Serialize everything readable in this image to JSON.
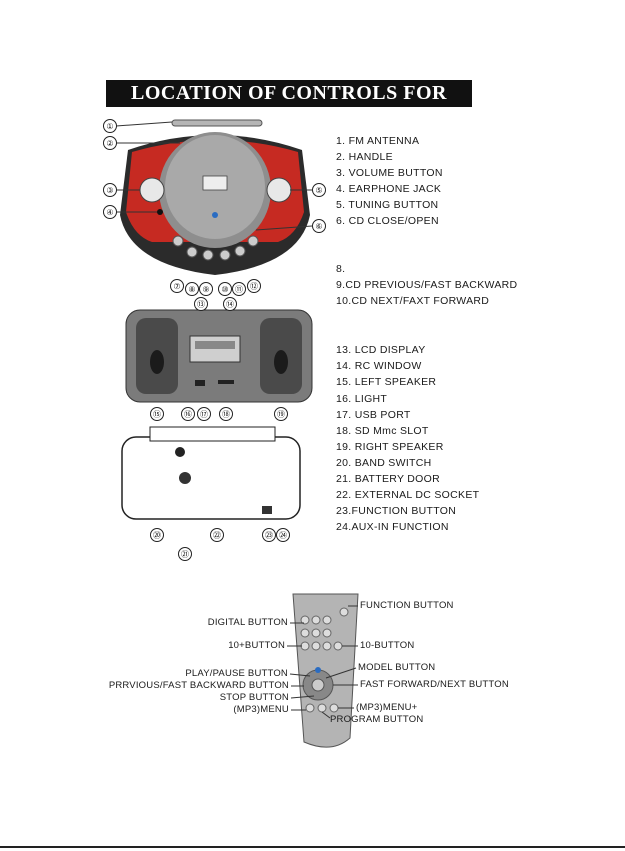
{
  "title": "LOCATION OF CONTROLS FOR UNIT",
  "legend": [
    "1. FM  ANTENNA",
    "2. HANDLE",
    "3. VOLUME BUTTON",
    "4. EARPHONE JACK",
    "5. TUNING BUTTON",
    "6. CD  CLOSE/OPEN",
    "8.",
    "9.CD   PREVIOUS/FAST BACKWARD",
    "10.CD  NEXT/FAXT FORWARD",
    "13. LCD  DISPLAY",
    "14. RC WINDOW",
    "15. LEFT SPEAKER",
    "16.                          LIGHT",
    "17. USB PORT",
    "18. SD Mmc SLOT",
    "19. RIGHT SPEAKER",
    "20.  BAND SWITCH",
    "21. BATTERY DOOR",
    "22. EXTERNAL DC SOCKET",
    "23.FUNCTION BUTTON",
    "24.AUX-IN FUNCTION"
  ],
  "callouts": {
    "c1": "①",
    "c2": "②",
    "c3": "③",
    "c4": "④",
    "c5": "⑤",
    "c6": "⑥",
    "c7": "⑦",
    "c8": "⑧",
    "c9": "⑨",
    "c10": "⑩",
    "c11": "⑪",
    "c12": "⑫",
    "c13": "⑬",
    "c14": "⑭",
    "c15": "⑮",
    "c16": "⑯",
    "c17": "⑰",
    "c18": "⑱",
    "c19": "⑲",
    "c20": "⑳",
    "c21": "㉑",
    "c22": "㉒",
    "c23": "㉓",
    "c24": "㉔"
  },
  "remote_labels": {
    "function": "FUNCTION BUTTON",
    "digital": "DIGITAL BUTTON",
    "ten_plus": "10+BUTTON",
    "ten_minus": "10-BUTTON",
    "play_pause": "PLAY/PAUSE BUTTON",
    "model": "MODEL BUTTON",
    "previous": "PRRVIOUS/FAST BACKWARD BUTTON",
    "next": "FAST FORWARD/NEXT BUTTON",
    "stop": "STOP BUTTON",
    "menu_minus": "(MP3)MENU",
    "menu_plus": "(MP3)MENU+",
    "program": "PROGRAM BUTTON"
  },
  "colors": {
    "accent_red": "#c62a22",
    "dark": "#1a1a1a",
    "gray": "#9a9a9a"
  }
}
